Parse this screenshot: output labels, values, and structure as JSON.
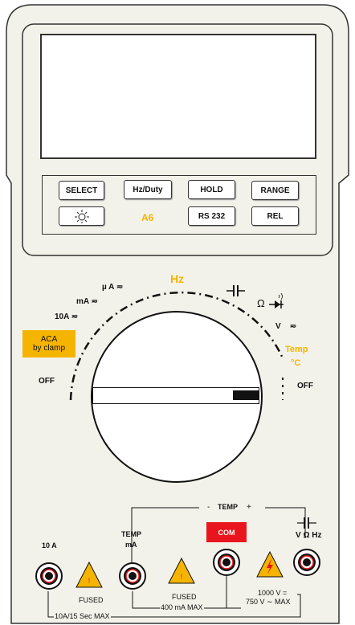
{
  "colors": {
    "body": "#f3f2ea",
    "accent": "#f5b400",
    "com": "#e8161c",
    "outline": "#333333"
  },
  "buttons": {
    "select": "SELECT",
    "hz_duty": "Hz/Duty",
    "hold": "HOLD",
    "range": "RANGE",
    "backlight_icon": "sun-icon",
    "model": "A6",
    "rs232": "RS 232",
    "rel": "REL"
  },
  "dial": {
    "hz": "Hz",
    "ua": "µ A",
    "ma": "mA",
    "ten_a": "10A",
    "aca_line1": "ACA",
    "aca_line2": "by clamp",
    "off_left": "OFF",
    "off_right": "OFF",
    "ohm": "Ω",
    "volt": "V",
    "temp_line1": "Temp",
    "temp_line2": "°C"
  },
  "jacks": {
    "temp_minus": "-",
    "temp_label": "TEMP",
    "temp_plus": "+",
    "ten_a_label": "10 A",
    "temp_ma_line1": "TEMP",
    "temp_ma_line2": "mA",
    "com": "COM",
    "vohm_hz": "V Ω Hz",
    "fused1": "FUSED",
    "fused2": "FUSED",
    "max_10a": "10A/15 Sec MAX",
    "max_400ma": "400 mA MAX",
    "max_1000v_line1": "1000 V =",
    "max_1000v_line2": "750 V ∼ MAX"
  }
}
